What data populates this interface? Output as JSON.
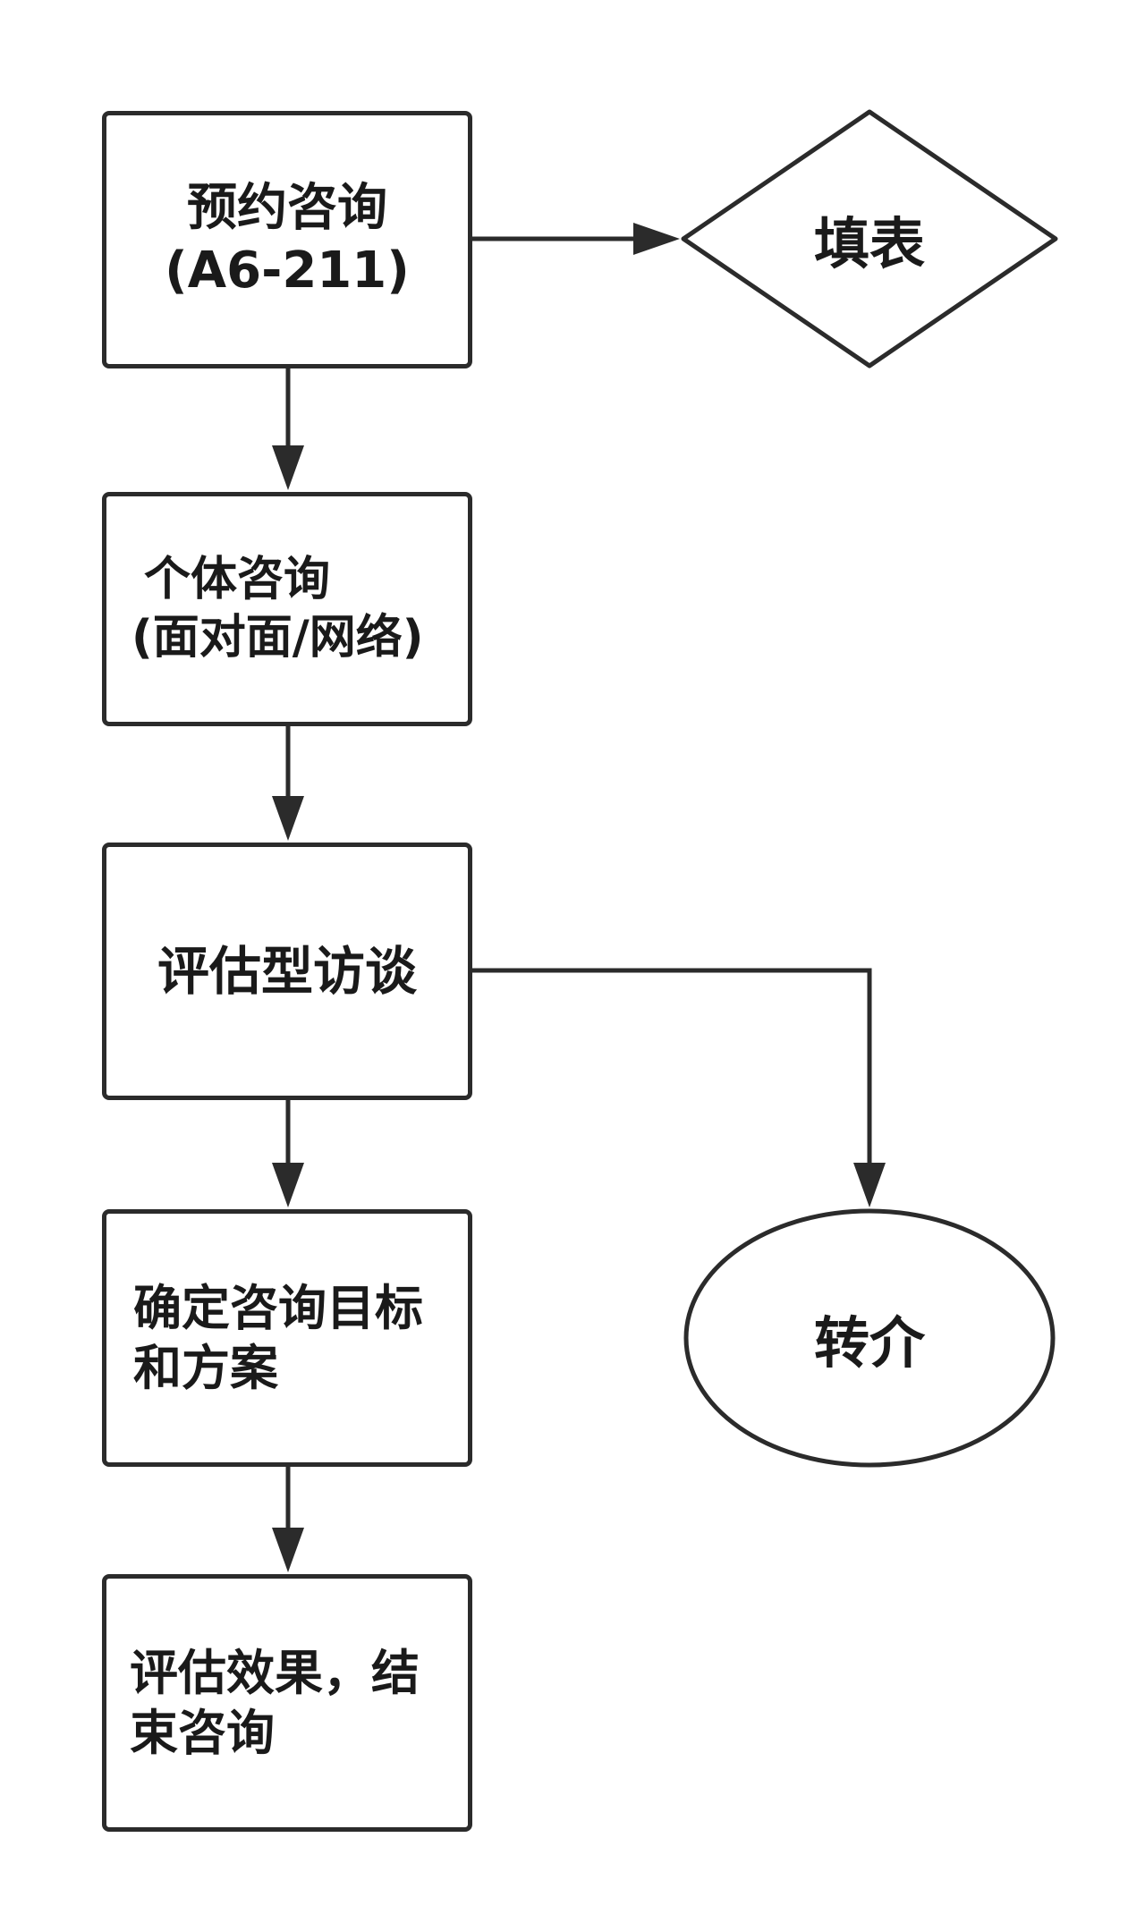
{
  "nodes": {
    "appointment": {
      "line1": "预约咨询",
      "line2": "(A6-211)"
    },
    "individual": {
      "line1": "个体咨询",
      "line2": "(面对面/网络)"
    },
    "assessment_interview": {
      "line1": "评估型访谈"
    },
    "goals_plan": {
      "line1": "确定咨询目标",
      "line2": "和方案"
    },
    "evaluate_end": {
      "line1": "评估效果，结",
      "line2": "束咨询"
    },
    "fill_form": {
      "label": "填表"
    },
    "referral": {
      "label": "转介"
    }
  },
  "edges": [
    {
      "from": "appointment",
      "to": "fill_form"
    },
    {
      "from": "appointment",
      "to": "individual"
    },
    {
      "from": "individual",
      "to": "assessment_interview"
    },
    {
      "from": "assessment_interview",
      "to": "goals_plan"
    },
    {
      "from": "assessment_interview",
      "to": "referral"
    },
    {
      "from": "goals_plan",
      "to": "evaluate_end"
    }
  ],
  "colors": {
    "stroke": "#2b2b2b",
    "fill": "#ffffff",
    "text": "#1a1a1a"
  }
}
